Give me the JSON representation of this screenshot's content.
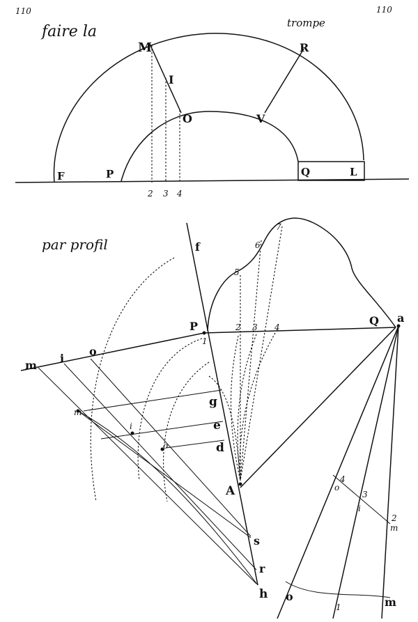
{
  "page_numbers": {
    "left": "110",
    "right": "110"
  },
  "top_title": {
    "line1": "faire la",
    "line2": "trompe"
  },
  "bottom_title": "par profil",
  "top_labels": {
    "M": "M",
    "I": "I",
    "O": "O",
    "R": "R",
    "V": "V",
    "F": "F",
    "P": "P",
    "Q": "Q",
    "L": "L",
    "n2": "2",
    "n3": "3",
    "n4": "4"
  },
  "profile_labels": {
    "f": "f",
    "P": "P",
    "Q": "Q",
    "a": "a",
    "one": "1",
    "n2": "2",
    "n3": "3",
    "n4": "4",
    "n5": "5",
    "n6": "6",
    "n7": "7",
    "g": "g",
    "e": "e",
    "d": "d",
    "A": "A",
    "s": "s",
    "r": "r",
    "h": "h"
  },
  "left_labels": {
    "m": "m",
    "i": "i",
    "o": "o",
    "m2": "m",
    "i2": "i",
    "o2": "o"
  },
  "right_labels": {
    "n4": "4",
    "o": "o",
    "n3": "3",
    "i": "i",
    "n2": "2",
    "m": "m",
    "o_b": "o",
    "one_b": "1",
    "m_b": "m"
  }
}
